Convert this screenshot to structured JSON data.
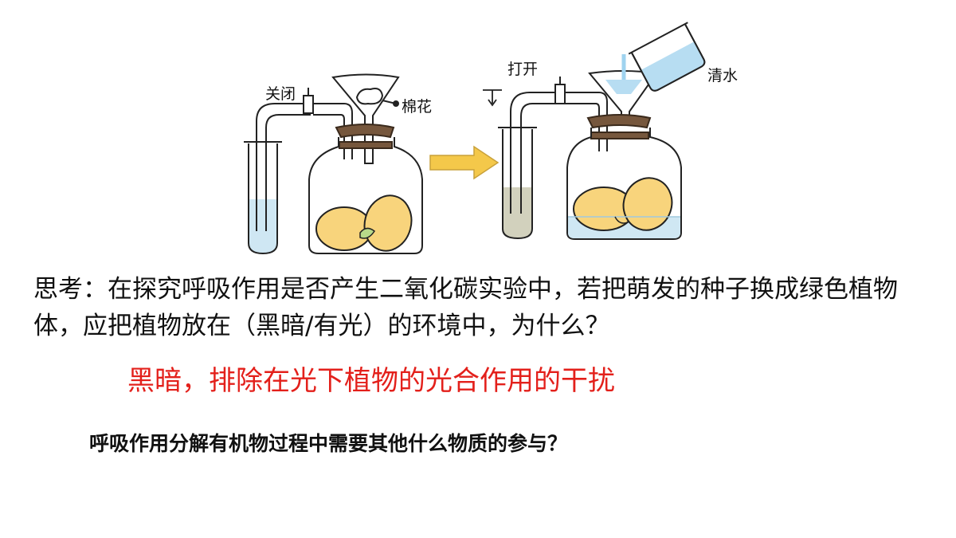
{
  "diagram": {
    "labels": {
      "closed": "关闭",
      "cotton": "棉花",
      "open": "打开",
      "water": "清水"
    },
    "arrow": "right-arrow",
    "colors": {
      "limewater": "#cfe7f3",
      "turbid": "#d2d1bd",
      "seed": "#f8d47c",
      "stopper": "#76573d",
      "arrow": "#f4c84a",
      "answer": "#e3201b"
    }
  },
  "text": {
    "question": "思考：在探究呼吸作用是否产生二氧化碳实验中，若把萌发的种子换成绿色植物体，应把植物放在（黑暗/有光）的环境中，为什么？",
    "answer": "黑暗，排除在光下植物的光合作用的干扰",
    "question2": "呼吸作用分解有机物过程中需要其他什么物质的参与？"
  }
}
